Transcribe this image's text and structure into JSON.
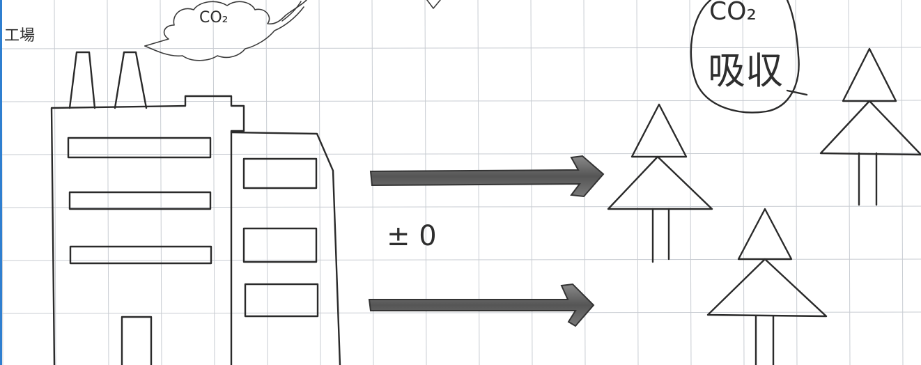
{
  "labels": {
    "factory": "工場",
    "smoke_gas": "CO₂",
    "absorb_gas": "CO₂",
    "absorb_word": "吸収",
    "balance": "± 0"
  },
  "colors": {
    "paper": "#ffffff",
    "grid": "#c8ccd2",
    "ink": "#2a2a2a",
    "arrow_fill": "#6a6a6a",
    "page_edge": "#2f7fd0"
  }
}
